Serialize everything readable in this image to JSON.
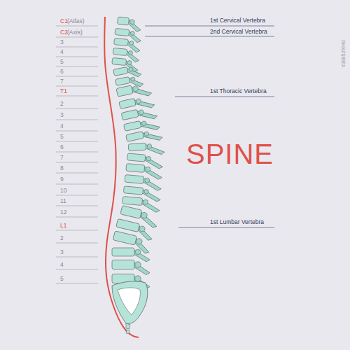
{
  "diagram": {
    "title": "SPINE",
    "labels": [
      "C1",
      "(Atlas)",
      "C2",
      "(Axis)",
      "3",
      "4",
      "5",
      "6",
      "7",
      "T1",
      "2",
      "3",
      "4",
      "5",
      "6",
      "7",
      "8",
      "9",
      "10",
      "11",
      "12",
      "L1",
      "2",
      "3",
      "4",
      "5",
      "1st Cervical Vertebra",
      "2nd Cervical Vertebra",
      "1st Thoracic Vertebra",
      "1st Lumbar Vertebra",
      "#388529940"
    ]
  }
}
